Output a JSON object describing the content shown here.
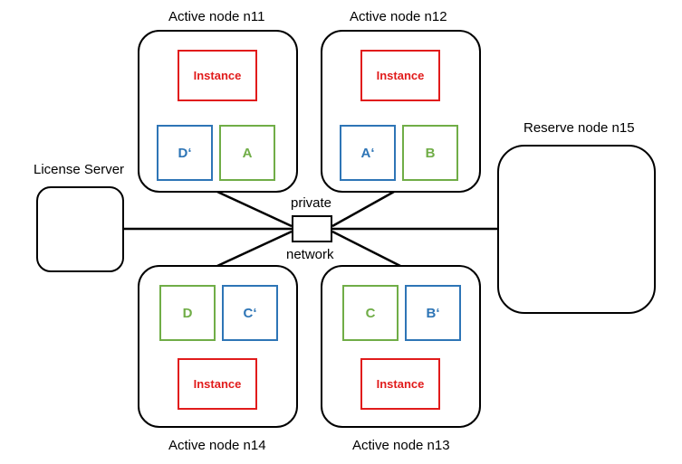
{
  "license_server": {
    "label": "License Server"
  },
  "network": {
    "label_top": "private",
    "label_bottom": "network"
  },
  "reserve_node": {
    "label": "Reserve node n15"
  },
  "nodes": [
    {
      "id": "n11",
      "label": "Active node n11",
      "instance": "Instance",
      "partitions": [
        {
          "text": "D‘",
          "kind": "replica"
        },
        {
          "text": "A",
          "kind": "primary"
        }
      ]
    },
    {
      "id": "n12",
      "label": "Active node n12",
      "instance": "Instance",
      "partitions": [
        {
          "text": "A‘",
          "kind": "replica"
        },
        {
          "text": "B",
          "kind": "primary"
        }
      ]
    },
    {
      "id": "n14",
      "label": "Active node n14",
      "instance": "Instance",
      "partitions": [
        {
          "text": "D",
          "kind": "primary"
        },
        {
          "text": "C‘",
          "kind": "replica"
        }
      ]
    },
    {
      "id": "n13",
      "label": "Active node n13",
      "instance": "Instance",
      "partitions": [
        {
          "text": "C",
          "kind": "primary"
        },
        {
          "text": "B‘",
          "kind": "replica"
        }
      ]
    }
  ],
  "colors": {
    "instance": "#e11b1b",
    "primary": "#70ad47",
    "replica": "#2e75b6",
    "stroke": "#000000"
  }
}
